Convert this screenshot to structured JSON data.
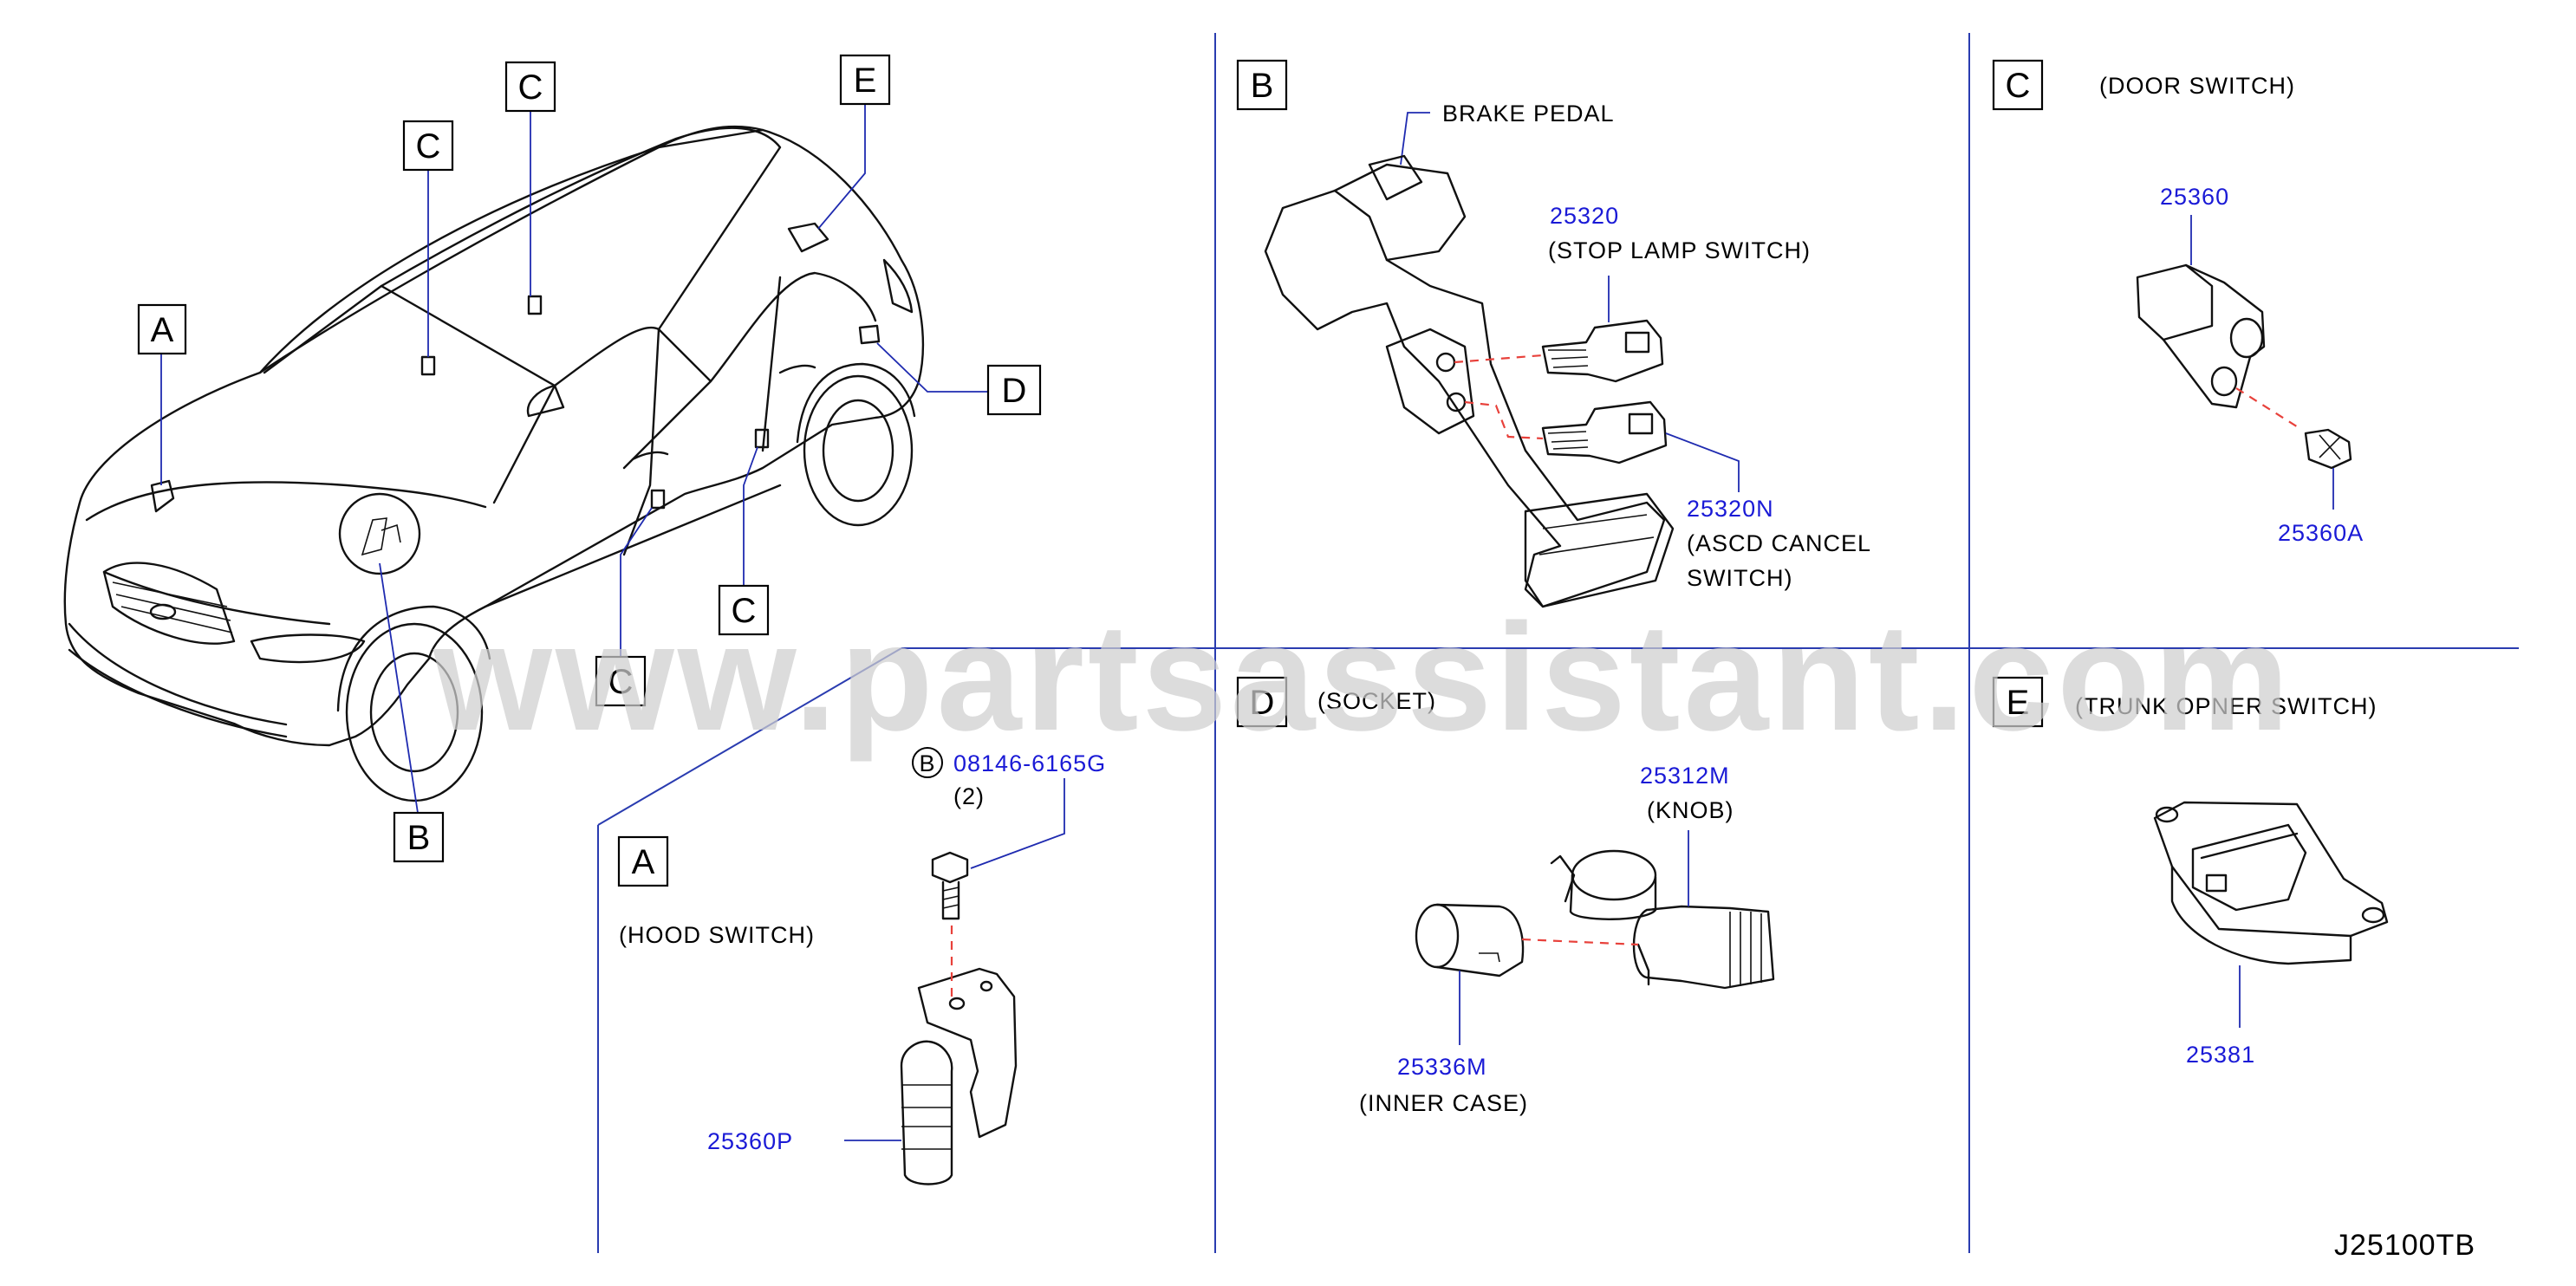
{
  "diagram_code": "J25100TB",
  "watermark": "www.partsassistant.com",
  "overview": {
    "callouts": [
      "A",
      "B",
      "C",
      "C",
      "C",
      "C",
      "D",
      "E"
    ]
  },
  "panels": {
    "b": {
      "letter": "B",
      "title": "BRAKE PEDAL",
      "parts": [
        {
          "number": "25320",
          "name": "(STOP LAMP SWITCH)"
        },
        {
          "number": "25320N",
          "name_line1": "(ASCD CANCEL",
          "name_line2": "SWITCH)"
        }
      ]
    },
    "c": {
      "letter": "C",
      "title": "(DOOR SWITCH)",
      "parts": [
        {
          "number": "25360"
        },
        {
          "number": "25360A"
        }
      ]
    },
    "a": {
      "letter": "A",
      "title": "(HOOD SWITCH)",
      "bolt_symbol": "B",
      "bolt_number": "08146-6165G",
      "bolt_qty": "(2)",
      "parts": [
        {
          "number": "25360P"
        }
      ]
    },
    "d": {
      "letter": "D",
      "title": "(SOCKET)",
      "parts": [
        {
          "number": "25312M",
          "name": "(KNOB)"
        },
        {
          "number": "25336M",
          "name": "(INNER CASE)"
        }
      ]
    },
    "e": {
      "letter": "E",
      "title": "(TRUNK OPNER SWITCH)",
      "parts": [
        {
          "number": "25381"
        }
      ]
    }
  }
}
